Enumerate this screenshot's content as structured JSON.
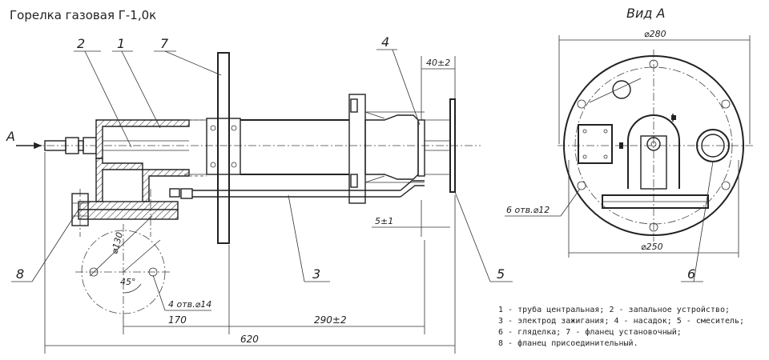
{
  "title": "Горелка газовая Г-1,0к",
  "view_label": "Вид А",
  "section_marker": "А",
  "callouts": {
    "c1": "1",
    "c2": "2",
    "c3": "3",
    "c4": "4",
    "c5": "5",
    "c6": "6",
    "c7": "7",
    "c8": "8"
  },
  "dimensions": {
    "d280": "⌀280",
    "d250": "⌀250",
    "d130": "⌀130",
    "holes6": "6 отв.⌀12",
    "holes4": "4 отв.⌀14",
    "angle45": "45°",
    "dim40": "40±2",
    "dim5": "5±1",
    "dim170": "170",
    "dim290": "290±2",
    "dim620": "620"
  },
  "legend": [
    "1 - труба центральная; 2 - запальное устройство;",
    "3 - электрод зажигания; 4 - насадок; 5 - смеситель;",
    "6 - гляделка; 7 - фланец установочный;",
    "8 - фланец присоединительный."
  ]
}
